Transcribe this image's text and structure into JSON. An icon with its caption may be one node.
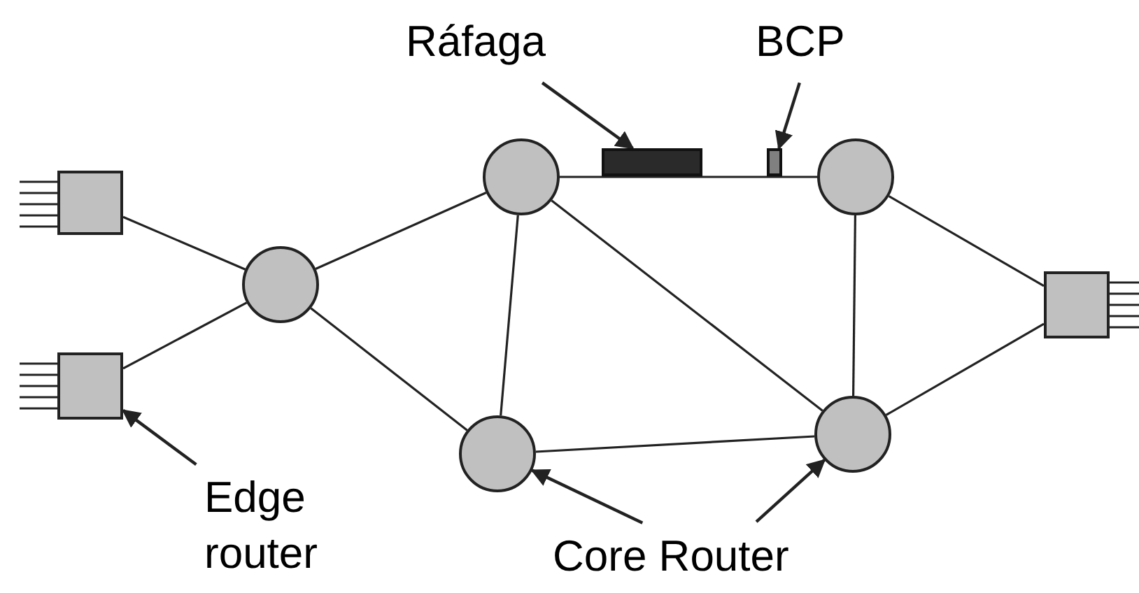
{
  "diagram": {
    "nodes": [
      {
        "text": [
          "Ráfaga"
        ]
      },
      {
        "text": [
          "BCP"
        ]
      },
      {
        "text": [],
        "shape": "box"
      },
      {
        "text": [],
        "shape": "box"
      },
      {
        "text": [],
        "shape": "circle"
      },
      {
        "text": [],
        "shape": "circle"
      },
      {
        "text": [],
        "shape": "bar"
      },
      {
        "text": [],
        "shape": "bar"
      },
      {
        "text": [],
        "shape": "circle"
      },
      {
        "text": [],
        "shape": "box"
      },
      {
        "text": [],
        "shape": "circle"
      },
      {
        "text": [],
        "shape": "circle"
      },
      {
        "text": [
          "Edge router"
        ]
      },
      {
        "text": [
          "Core Router"
        ]
      }
    ],
    "edges": [
      {
        "from": 2,
        "to": 4,
        "arrow": "none"
      },
      {
        "from": 3,
        "to": 4,
        "arrow": "none"
      },
      {
        "from": 4,
        "to": 5,
        "arrow": "none"
      },
      {
        "from": 4,
        "to": 10,
        "arrow": "none"
      },
      {
        "from": 5,
        "to": 8,
        "arrow": "none"
      },
      {
        "from": 5,
        "to": 10,
        "arrow": "none"
      },
      {
        "from": 5,
        "to": 11,
        "arrow": "none"
      },
      {
        "from": 8,
        "to": 11,
        "arrow": "none"
      },
      {
        "from": 10,
        "to": 11,
        "arrow": "none"
      },
      {
        "from": 8,
        "to": 9,
        "arrow": "none"
      },
      {
        "from": 11,
        "to": 9,
        "arrow": "none"
      },
      {
        "from": 0,
        "to": 6,
        "arrow": "to"
      },
      {
        "from": 1,
        "to": 7,
        "arrow": "to"
      },
      {
        "from": 12,
        "to": 3,
        "arrow": "to"
      },
      {
        "from": 13,
        "to": 10,
        "arrow": "to"
      },
      {
        "from": 13,
        "to": 11,
        "arrow": "to"
      }
    ]
  }
}
